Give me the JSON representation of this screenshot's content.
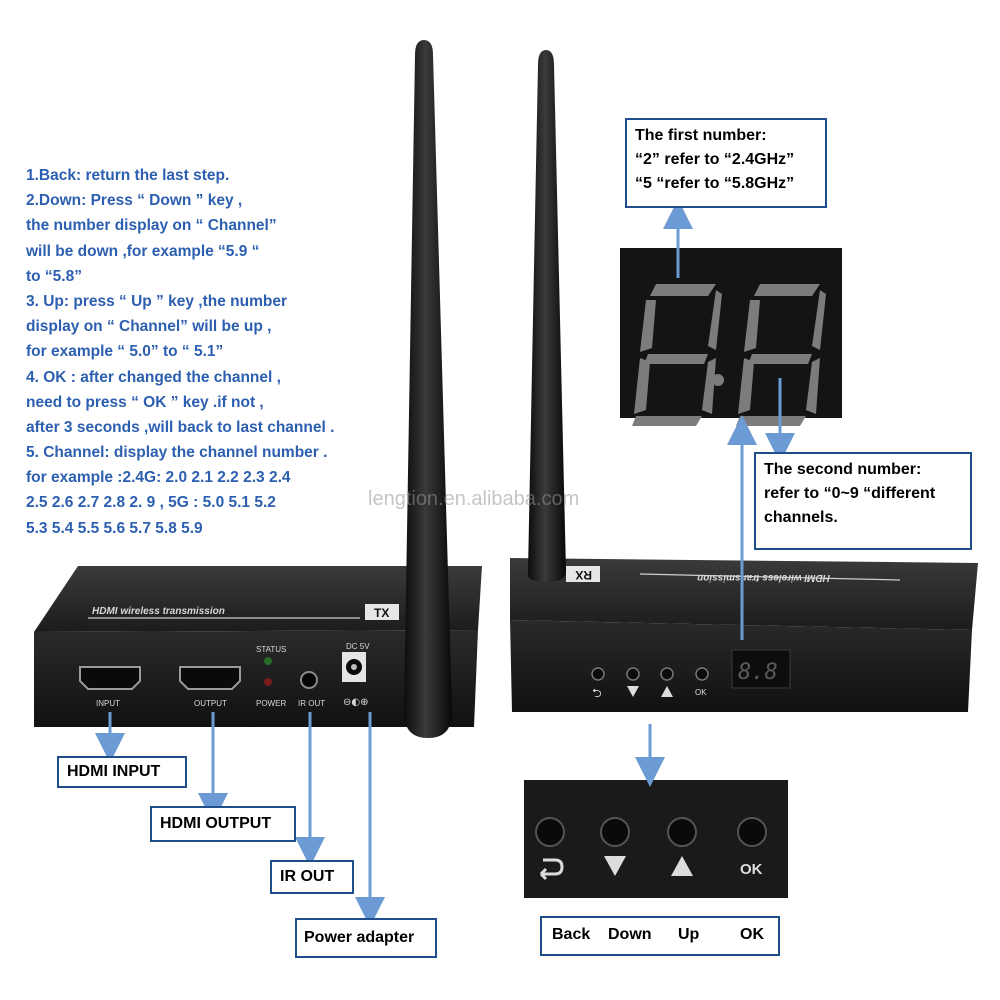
{
  "instructions": [
    "1.Back: return the last step.",
    "2.Down: Press  “ Down ” key ,",
    "the number display on  “ Channel”",
    " will be down ,for example  “5.9 “",
    " to  “5.8”",
    "3. Up: press  “ Up ” key ,the number",
    " display on  “ Channel” will be up ,",
    " for example  “ 5.0”  to  “ 5.1”",
    "4. OK : after changed the channel ,",
    "need to press  “ OK ”  key .if not ,",
    "after 3 seconds ,will back to last channel .",
    "5. Channel: display the channel number .",
    " for example :2.4G:  2.0  2.1  2.2  2.3  2.4",
    " 2.5  2.6  2.7  2.8  2. 9 , 5G :   5.0  5.1  5.2",
    " 5.3  5.4  5.5  5.6  5.7  5.8  5.9"
  ],
  "watermark": "lengtion.en.alibaba.com",
  "first_number_callout": [
    "The first number:",
    "“2” refer to “2.4GHz”",
    "“5 “refer to “5.8GHz”"
  ],
  "second_number_callout": [
    "The second number:",
    "refer to  “0~9 “different",
    "channels."
  ],
  "tx_panel": {
    "strip_text": "HDMI  wireless  transmission",
    "badge": "TX",
    "ports": {
      "input": "INPUT",
      "output": "OUTPUT",
      "power": "POWER",
      "ir_out": "IR OUT",
      "status": "STATUS",
      "dc": "DC 5V",
      "polarity": "⊖◐⊕"
    }
  },
  "rx_panel": {
    "strip_text": "HDMI  wireless  transmission",
    "badge": "RX",
    "display": "8.8",
    "ok_small": "OK"
  },
  "labels": {
    "hdmi_input": "HDMI INPUT",
    "hdmi_output": "HDMI OUTPUT",
    "ir_out": "IR OUT",
    "power_adapter": "Power adapter"
  },
  "zoom_buttons": {
    "ok": "OK"
  },
  "button_legend": {
    "back": "Back",
    "down": "Down",
    "up": "Up",
    "ok": "OK"
  },
  "colors": {
    "instruction_text": "#2c5fb0",
    "arrow": "#6c9ad4",
    "box_border": "#1f4e8c",
    "device": "#1d1d1f"
  }
}
